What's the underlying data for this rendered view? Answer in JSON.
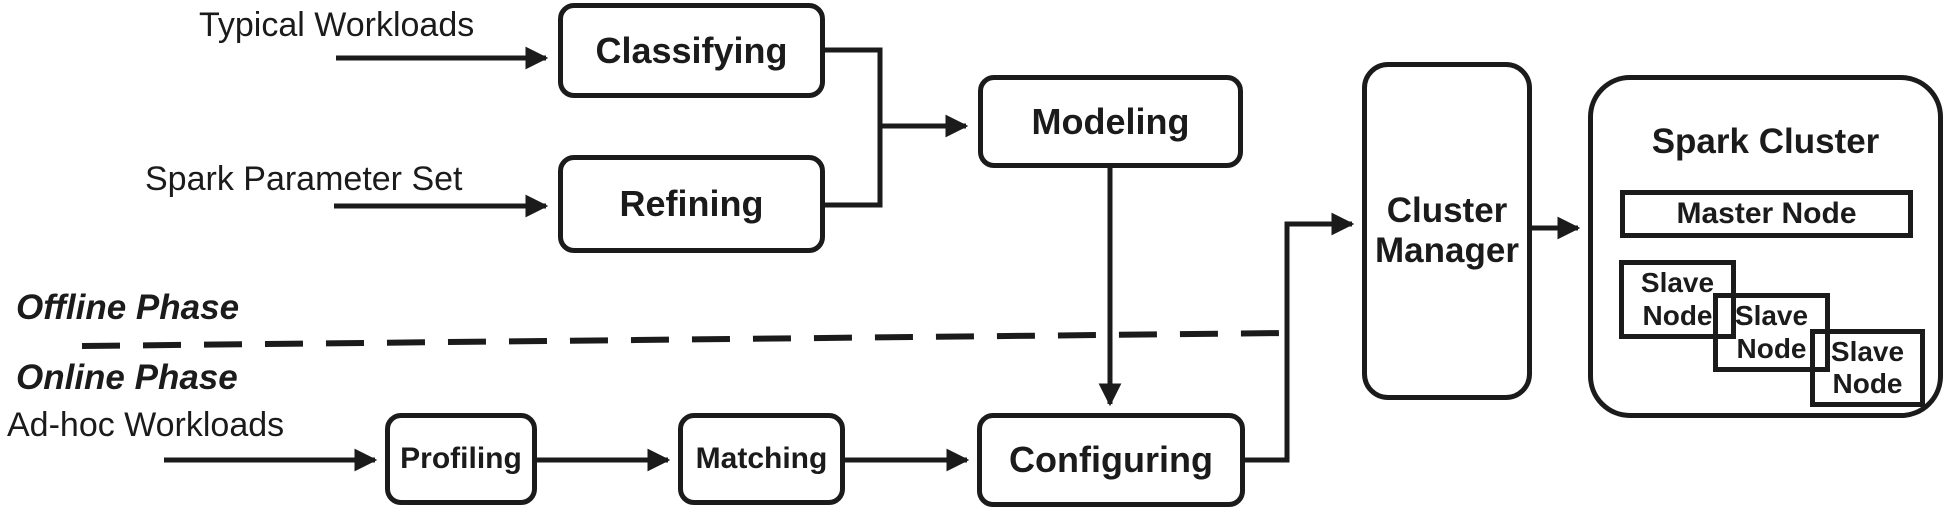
{
  "diagram": {
    "inputs": {
      "typical_workloads": "Typical Workloads",
      "spark_parameter_set": "Spark Parameter Set",
      "adhoc_workloads": "Ad-hoc Workloads"
    },
    "phases": {
      "offline": "Offline Phase",
      "online": "Online Phase"
    },
    "nodes": {
      "classifying": "Classifying",
      "refining": "Refining",
      "modeling": "Modeling",
      "profiling": "Profiling",
      "matching": "Matching",
      "configuring": "Configuring",
      "cluster_manager": "Cluster Manager",
      "spark_cluster": "Spark Cluster",
      "master_node": "Master Node",
      "slave_node": "Slave Node"
    },
    "colors": {
      "ink": "#1b1b1b",
      "background": "#ffffff"
    }
  }
}
